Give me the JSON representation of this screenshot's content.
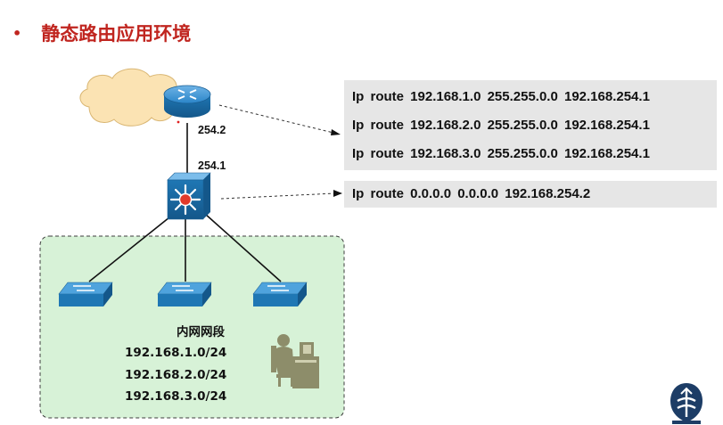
{
  "slide": {
    "bullet": "•",
    "title": "静态路由应用环境"
  },
  "network": {
    "router_ip": "254.2",
    "switch_ip": "254.1",
    "segment_title": "内网网段",
    "segments": [
      "192.168.1.0/24",
      "192.168.2.0/24",
      "192.168.3.0/24"
    ]
  },
  "routes": {
    "router": [
      "Ip route 192.168.1.0 255.255.0.0 192.168.254.1",
      "Ip route 192.168.2.0 255.255.0.0 192.168.254.1",
      "Ip route 192.168.3.0 255.255.0.0 192.168.254.1"
    ],
    "switch": [
      "Ip route 0.0.0.0 0.0.0.0 192.168.254.2"
    ]
  },
  "icons": {
    "cloud": "cloud-icon",
    "router": "router-icon",
    "core_switch": "layer3-switch-icon",
    "access_switch": "switch-icon",
    "workstation": "workstation-icon",
    "logo": "logo-icon"
  },
  "colors": {
    "title": "#c0251f",
    "device_blue": "#1f77b4",
    "lan_fill": "#d7f2d7",
    "cloud_fill": "#fbe3b3",
    "route_box": "#e6e6e6",
    "logo": "#1d3d66"
  }
}
